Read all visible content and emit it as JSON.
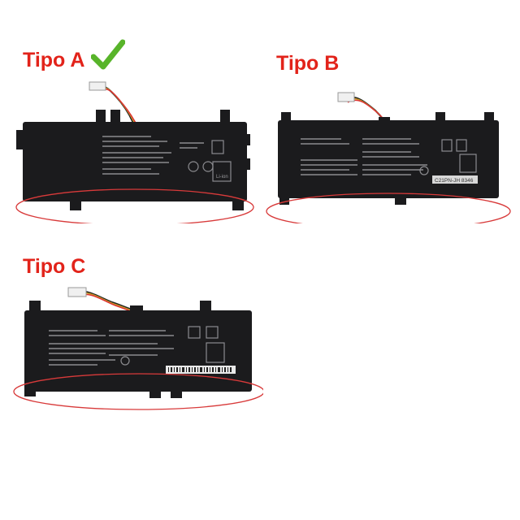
{
  "labels": {
    "tipo_a": "Tipo A",
    "tipo_b": "Tipo B",
    "tipo_c": "Tipo C"
  },
  "icons": {
    "check": "check-icon",
    "highlight": "ellipse-highlight"
  },
  "colors": {
    "label_red": "#e2231a",
    "check_green": "#58b42a",
    "battery_body": "#1b1b1d",
    "ellipse_red": "#d83a3a"
  },
  "battery_text": {
    "b_sticker": "C21PN-JH 8346",
    "li_ion": "Li-ion"
  }
}
